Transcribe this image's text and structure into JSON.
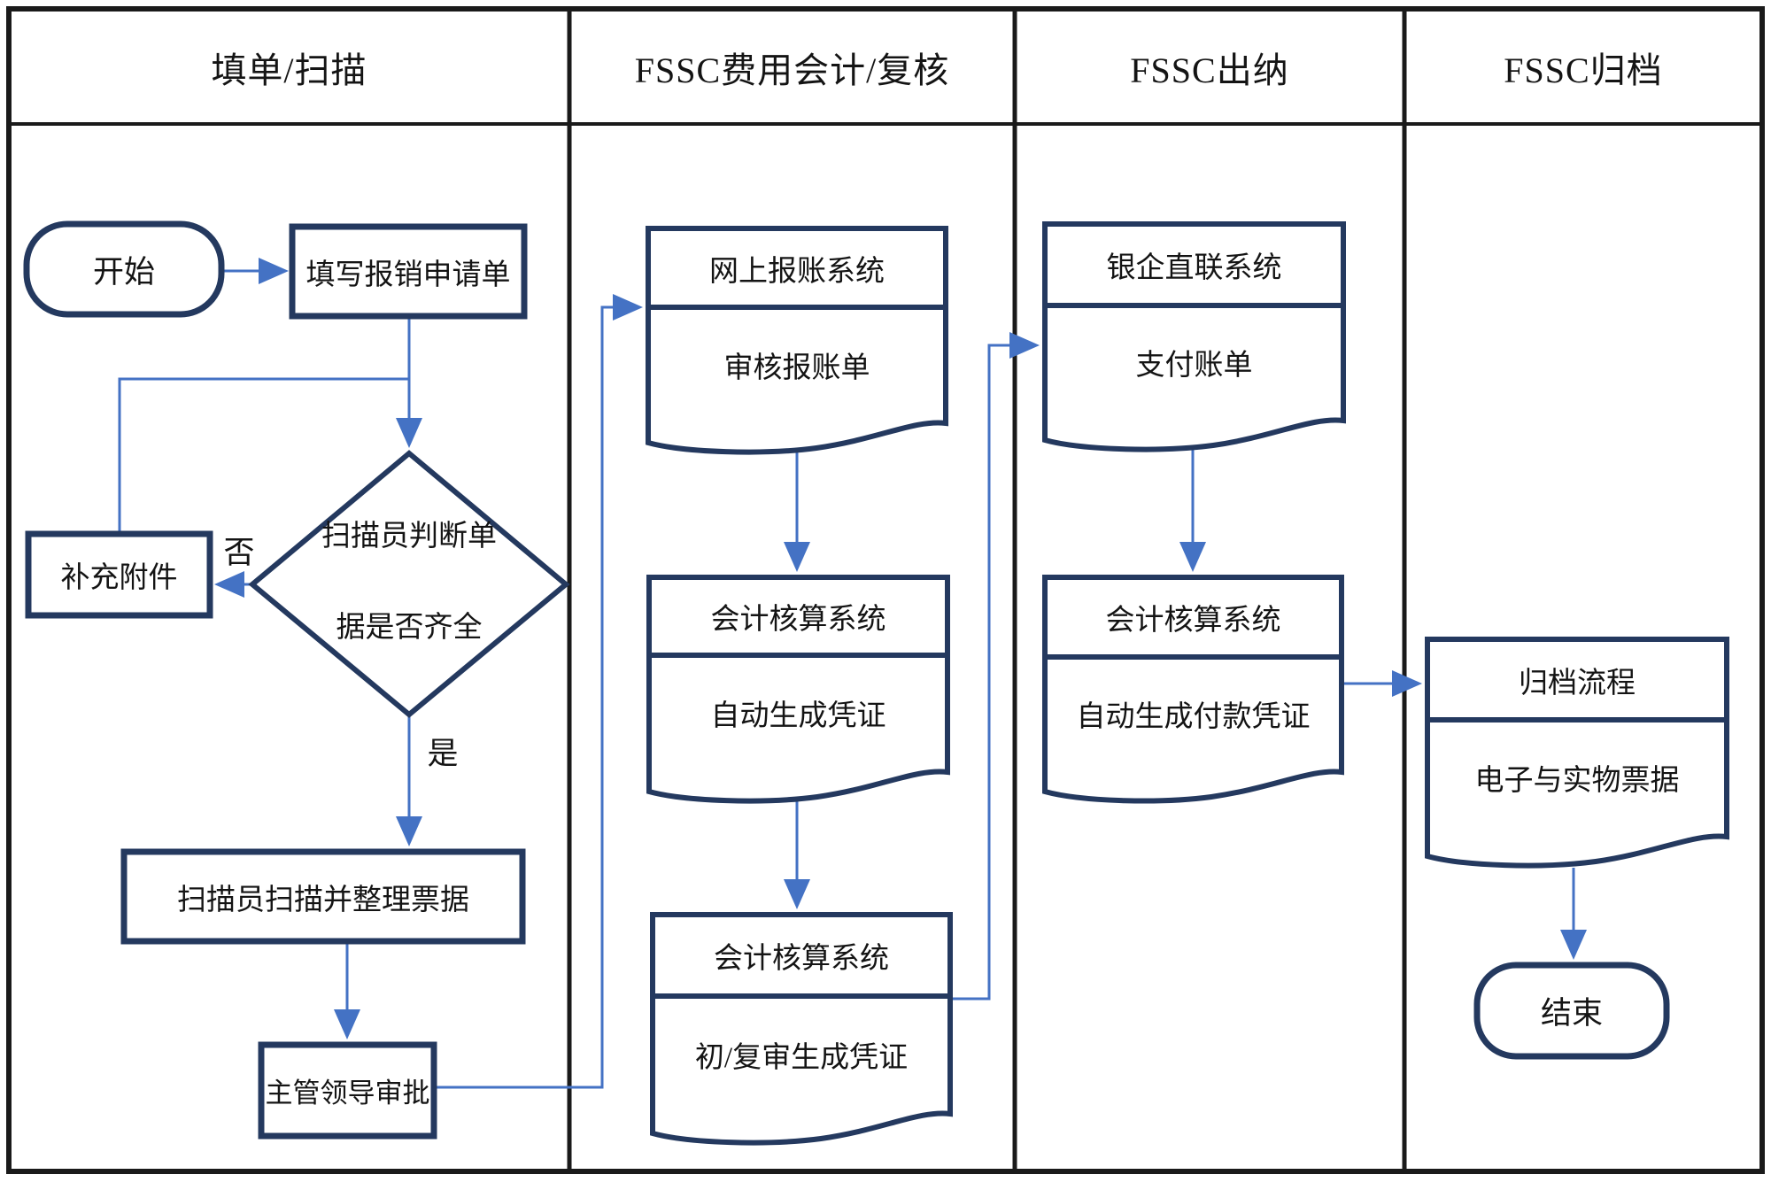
{
  "diagram_title": "FSSC reimbursement workflow swimlane flowchart",
  "lanes": [
    {
      "title": "填单/扫描"
    },
    {
      "title": "FSSC费用会计/复核"
    },
    {
      "title": "FSSC出纳"
    },
    {
      "title": "FSSC归档"
    }
  ],
  "nodes": {
    "start": {
      "label": "开始",
      "type": "terminator"
    },
    "fill_form": {
      "label": "填写报销申请单",
      "type": "process"
    },
    "decision": {
      "line1": "扫描员判断单",
      "line2": "据是否齐全",
      "type": "decision"
    },
    "supplement": {
      "label": "补充附件",
      "type": "process"
    },
    "scan_organize": {
      "label": "扫描员扫描并整理票据",
      "type": "process"
    },
    "supervisor_approval": {
      "label": "主管领导审批",
      "type": "process"
    },
    "doc_online_review": {
      "title": "网上报账系统",
      "body": "审核报账单",
      "type": "document"
    },
    "doc_auto_voucher": {
      "title": "会计核算系统",
      "body": "自动生成凭证",
      "type": "document"
    },
    "doc_review_voucher": {
      "title": "会计核算系统",
      "body": "初/复审生成凭证",
      "type": "document"
    },
    "doc_bank_pay": {
      "title": "银企直联系统",
      "body": "支付账单",
      "type": "document"
    },
    "doc_payment_voucher": {
      "title": "会计核算系统",
      "body": "自动生成付款凭证",
      "type": "document"
    },
    "doc_archive": {
      "title": "归档流程",
      "body": "电子与实物票据",
      "type": "document"
    },
    "end": {
      "label": "结束",
      "type": "terminator"
    }
  },
  "edge_labels": {
    "no": "否",
    "yes": "是"
  },
  "colors": {
    "grid_line": "#1a1a1a",
    "shape_border": "#24395f",
    "connector": "#4472c4",
    "text": "#141414",
    "background": "#ffffff"
  }
}
